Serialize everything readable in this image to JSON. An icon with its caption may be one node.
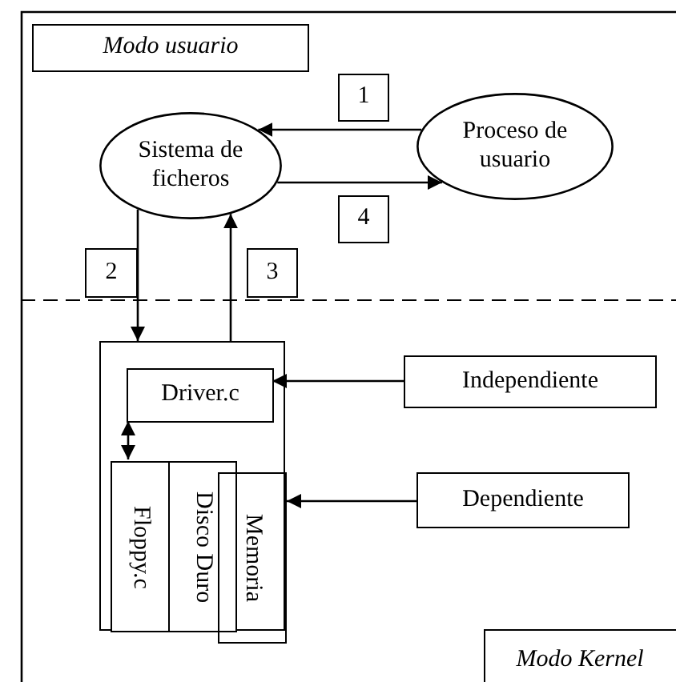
{
  "diagram": {
    "nodes": [
      {
        "text": [
          "Modo usuario"
        ]
      },
      {
        "text": [
          "Sistema de ficheros"
        ]
      },
      {
        "text": [
          "Proceso de usuario"
        ]
      },
      {
        "text": [],
        "shape": "box"
      },
      {
        "text": [
          "Driver.c"
        ],
        "in": 3
      },
      {
        "text": [
          "Floppy.c"
        ],
        "in": 3
      },
      {
        "text": [
          "Disco Duro"
        ],
        "in": 3
      },
      {
        "text": [
          "Memoria"
        ]
      },
      {
        "text": [
          "Independiente"
        ]
      },
      {
        "text": [
          "Dependiente"
        ]
      },
      {
        "text": [
          "Modo Kernel"
        ]
      },
      {
        "text": [
          "1"
        ]
      },
      {
        "text": [
          "4"
        ]
      },
      {
        "text": [
          "2"
        ]
      },
      {
        "text": [
          "3"
        ]
      }
    ],
    "edges": [
      {
        "from": 2,
        "to": 1,
        "arrow": "to"
      },
      {
        "from": 1,
        "to": 2,
        "arrow": "to"
      },
      {
        "from": 1,
        "to": 3,
        "arrow": "to"
      },
      {
        "from": 3,
        "to": 1,
        "arrow": "to"
      },
      {
        "from": 8,
        "to": 4,
        "arrow": "to"
      },
      {
        "from": 4,
        "to": 5,
        "arrow": "both"
      },
      {
        "from": 9,
        "to": 7,
        "arrow": "to"
      }
    ]
  }
}
